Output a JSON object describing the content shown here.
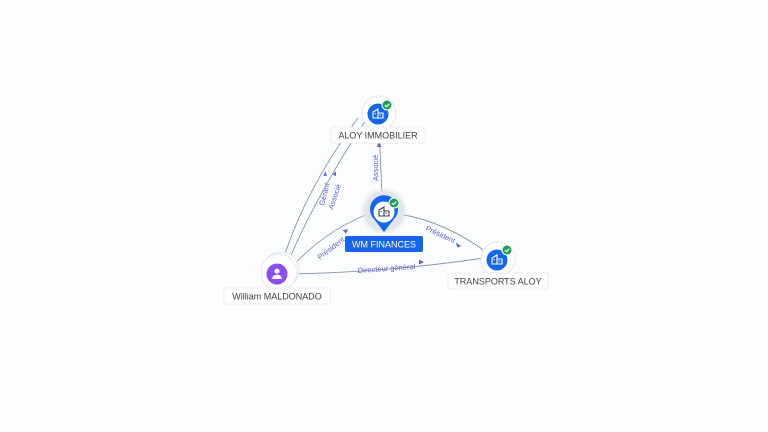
{
  "nodes": {
    "wm_finances": {
      "label": "WM FINANCES",
      "type": "company",
      "verified": true,
      "icon": "building-icon"
    },
    "aloy_immobilier": {
      "label": "ALOY IMMOBILIER",
      "type": "company",
      "verified": true,
      "icon": "building-icon"
    },
    "transports_aloy": {
      "label": "TRANSPORTS ALOY",
      "type": "company",
      "verified": true,
      "icon": "building-icon"
    },
    "william_maldonado": {
      "label": "William MALDONADO",
      "type": "person",
      "icon": "person-icon"
    }
  },
  "edges": {
    "wm_aloy": {
      "label": "Associé"
    },
    "wm_transports": {
      "label": "Président"
    },
    "william_wm": {
      "label": "Président"
    },
    "william_transports": {
      "label": "Directeur général"
    },
    "william_aloy_gerant": {
      "label": "Gérant"
    },
    "william_aloy_associe": {
      "label": "Associé"
    }
  },
  "colors": {
    "company_blue": "#1766e8",
    "verified_green": "#1f9d55",
    "person_purple": "#8a4fe8",
    "edge_gray": "#8b93b0",
    "edge_label": "#5b63c7"
  }
}
